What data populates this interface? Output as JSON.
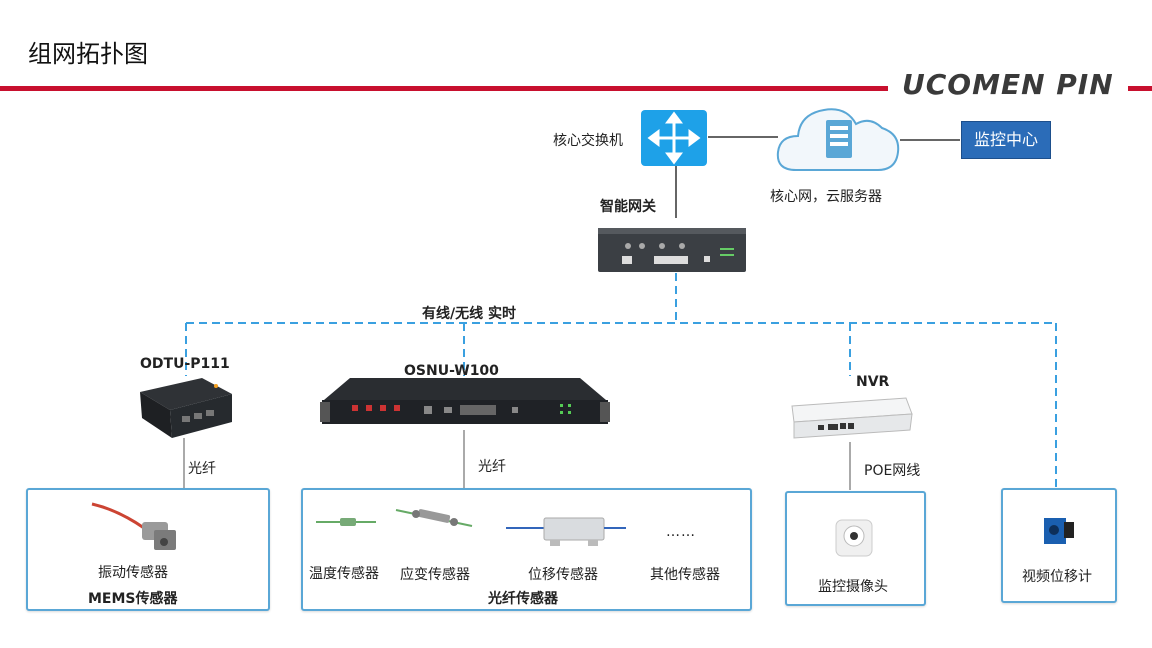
{
  "page": {
    "title": "组网拓扑图",
    "brand": "UCOMEN PIN"
  },
  "colors": {
    "accent_red": "#c8102e",
    "line_blue": "#3aa0e0",
    "box_border": "#5aa7d6",
    "monitor_bg": "#2b6cb8"
  },
  "core": {
    "switch_label": "核心交换机",
    "cloud_label": "核心网，云服务器",
    "monitor_center": "监控中心",
    "gateway_label": "智能网关"
  },
  "link_label": "有线/无线  实时",
  "devices": {
    "odtu": "ODTU-P111",
    "osnu": "OSNU-W100",
    "nvr": "NVR",
    "fiber1": "光纤",
    "fiber2": "光纤",
    "poe": "POE网线"
  },
  "groups": {
    "mems": {
      "item": "振动传感器",
      "title": "MEMS传感器"
    },
    "fiber": {
      "items": [
        "温度传感器",
        "应变传感器",
        "位移传感器",
        "其他传感器"
      ],
      "ellipsis": "……",
      "title": "光纤传感器"
    },
    "camera": {
      "item": "监控摄像头"
    },
    "video": {
      "item": "视频位移计"
    }
  }
}
